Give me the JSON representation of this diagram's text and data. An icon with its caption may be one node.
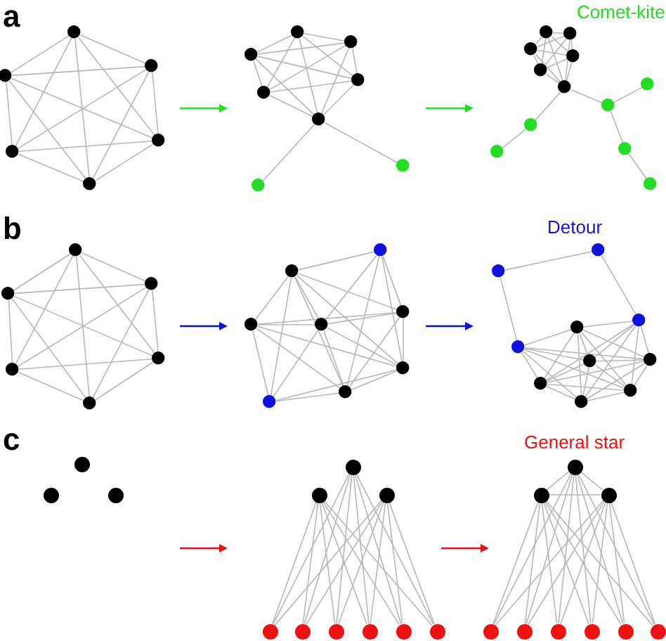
{
  "diagram": {
    "nodes": [
      {
        "text": [],
        "shape": "circle"
      },
      {
        "text": [],
        "shape": "circle"
      },
      {
        "text": [],
        "shape": "circle"
      },
      {
        "text": [],
        "shape": "circle"
      },
      {
        "text": [],
        "shape": "circle"
      },
      {
        "text": [],
        "shape": "circle"
      },
      {
        "text": [],
        "shape": "circle"
      },
      {
        "text": [],
        "shape": "circle"
      },
      {
        "text": [],
        "shape": "circle"
      },
      {
        "text": [],
        "shape": "circle"
      },
      {
        "text": [],
        "shape": "circle"
      },
      {
        "text": [],
        "shape": "circle"
      },
      {
        "text": [],
        "shape": "circle"
      },
      {
        "text": [],
        "shape": "circle"
      },
      {
        "text": [],
        "shape": "circle"
      },
      {
        "text": [],
        "shape": "circle"
      },
      {
        "text": [],
        "shape": "circle"
      },
      {
        "text": [],
        "shape": "circle"
      },
      {
        "text": [],
        "shape": "circle"
      },
      {
        "text": [],
        "shape": "circle"
      },
      {
        "text": [],
        "shape": "circle"
      },
      {
        "text": [],
        "shape": "circle"
      },
      {
        "text": [],
        "shape": "circle"
      },
      {
        "text": [],
        "shape": "circle"
      },
      {
        "text": [],
        "shape": "circle"
      },
      {
        "text": [],
        "shape": "circle"
      },
      {
        "text": [],
        "shape": "circle"
      },
      {
        "text": [],
        "shape": "circle"
      },
      {
        "text": [],
        "shape": "circle"
      },
      {
        "text": [],
        "shape": "circle"
      },
      {
        "text": [],
        "shape": "circle"
      },
      {
        "text": [],
        "shape": "circle"
      },
      {
        "text": [],
        "shape": "circle"
      },
      {
        "text": [],
        "shape": "circle"
      },
      {
        "text": [],
        "shape": "circle"
      },
      {
        "text": [],
        "shape": "circle"
      },
      {
        "text": [],
        "shape": "circle"
      },
      {
        "text": [],
        "shape": "circle"
      },
      {
        "text": [],
        "shape": "circle"
      },
      {
        "text": [],
        "shape": "circle"
      },
      {
        "text": [],
        "shape": "circle"
      },
      {
        "text": [],
        "shape": "circle"
      },
      {
        "text": [],
        "shape": "circle"
      },
      {
        "text": [],
        "shape": "circle"
      },
      {
        "text": [],
        "shape": "circle"
      },
      {
        "text": [],
        "shape": "circle"
      },
      {
        "text": [],
        "shape": "circle"
      },
      {
        "text": [],
        "shape": "circle"
      },
      {
        "text": [],
        "shape": "circle"
      },
      {
        "text": [],
        "shape": "circle"
      },
      {
        "text": [],
        "shape": "circle"
      },
      {
        "text": [],
        "shape": "circle"
      },
      {
        "text": [],
        "shape": "circle"
      },
      {
        "text": [],
        "shape": "circle"
      },
      {
        "text": [],
        "shape": "circle"
      },
      {
        "text": [],
        "shape": "circle"
      },
      {
        "text": [],
        "shape": "circle"
      },
      {
        "text": [],
        "shape": "circle"
      },
      {
        "text": [],
        "shape": "circle"
      },
      {
        "text": [],
        "shape": "circle"
      },
      {
        "text": [],
        "shape": "circle"
      },
      {
        "text": [],
        "shape": "circle"
      },
      {
        "text": [],
        "shape": "circle"
      },
      {
        "text": [],
        "shape": "circle"
      },
      {
        "text": [],
        "shape": "circle"
      },
      {
        "text": [],
        "shape": "circle"
      },
      {
        "text": [],
        "shape": "circle"
      },
      {
        "text": [],
        "shape": "circle"
      },
      {
        "text": [],
        "shape": "circle"
      },
      {
        "text": [],
        "shape": "circle"
      },
      {
        "text": [],
        "shape": "circle"
      }
    ],
    "edges": [
      {
        "from": 0,
        "to": 1,
        "arrow": "none"
      },
      {
        "from": 0,
        "to": 2,
        "arrow": "none"
      },
      {
        "from": 0,
        "to": 3,
        "arrow": "none"
      },
      {
        "from": 0,
        "to": 4,
        "arrow": "none"
      },
      {
        "from": 0,
        "to": 5,
        "arrow": "none"
      },
      {
        "from": 1,
        "to": 2,
        "arrow": "none"
      },
      {
        "from": 1,
        "to": 3,
        "arrow": "none"
      },
      {
        "from": 1,
        "to": 4,
        "arrow": "none"
      },
      {
        "from": 1,
        "to": 5,
        "arrow": "none"
      },
      {
        "from": 2,
        "to": 3,
        "arrow": "none"
      },
      {
        "from": 2,
        "to": 4,
        "arrow": "none"
      },
      {
        "from": 2,
        "to": 5,
        "arrow": "none"
      },
      {
        "from": 3,
        "to": 4,
        "arrow": "none"
      },
      {
        "from": 3,
        "to": 5,
        "arrow": "none"
      },
      {
        "from": 4,
        "to": 5,
        "arrow": "none"
      },
      {
        "from": 6,
        "to": 7,
        "arrow": "none"
      },
      {
        "from": 6,
        "to": 8,
        "arrow": "none"
      },
      {
        "from": 6,
        "to": 9,
        "arrow": "none"
      },
      {
        "from": 6,
        "to": 10,
        "arrow": "none"
      },
      {
        "from": 6,
        "to": 11,
        "arrow": "none"
      },
      {
        "from": 7,
        "to": 8,
        "arrow": "none"
      },
      {
        "from": 7,
        "to": 9,
        "arrow": "none"
      },
      {
        "from": 7,
        "to": 10,
        "arrow": "none"
      },
      {
        "from": 7,
        "to": 11,
        "arrow": "none"
      },
      {
        "from": 8,
        "to": 9,
        "arrow": "none"
      },
      {
        "from": 8,
        "to": 10,
        "arrow": "none"
      },
      {
        "from": 8,
        "to": 11,
        "arrow": "none"
      },
      {
        "from": 9,
        "to": 10,
        "arrow": "none"
      },
      {
        "from": 9,
        "to": 11,
        "arrow": "none"
      },
      {
        "from": 10,
        "to": 11,
        "arrow": "none"
      },
      {
        "from": 11,
        "to": 12,
        "arrow": "none"
      },
      {
        "from": 11,
        "to": 13,
        "arrow": "none"
      },
      {
        "from": 14,
        "to": 15,
        "arrow": "none"
      },
      {
        "from": 14,
        "to": 16,
        "arrow": "none"
      },
      {
        "from": 14,
        "to": 17,
        "arrow": "none"
      },
      {
        "from": 14,
        "to": 18,
        "arrow": "none"
      },
      {
        "from": 14,
        "to": 19,
        "arrow": "none"
      },
      {
        "from": 15,
        "to": 16,
        "arrow": "none"
      },
      {
        "from": 15,
        "to": 17,
        "arrow": "none"
      },
      {
        "from": 15,
        "to": 18,
        "arrow": "none"
      },
      {
        "from": 15,
        "to": 19,
        "arrow": "none"
      },
      {
        "from": 16,
        "to": 17,
        "arrow": "none"
      },
      {
        "from": 16,
        "to": 18,
        "arrow": "none"
      },
      {
        "from": 16,
        "to": 19,
        "arrow": "none"
      },
      {
        "from": 17,
        "to": 18,
        "arrow": "none"
      },
      {
        "from": 17,
        "to": 19,
        "arrow": "none"
      },
      {
        "from": 18,
        "to": 19,
        "arrow": "none"
      },
      {
        "from": 19,
        "to": 20,
        "arrow": "none"
      },
      {
        "from": 20,
        "to": 21,
        "arrow": "none"
      },
      {
        "from": 19,
        "to": 22,
        "arrow": "none"
      },
      {
        "from": 22,
        "to": 23,
        "arrow": "none"
      },
      {
        "from": 22,
        "to": 24,
        "arrow": "none"
      },
      {
        "from": 24,
        "to": 25,
        "arrow": "none"
      },
      {
        "from": 26,
        "to": 27,
        "arrow": "none"
      },
      {
        "from": 26,
        "to": 28,
        "arrow": "none"
      },
      {
        "from": 26,
        "to": 29,
        "arrow": "none"
      },
      {
        "from": 26,
        "to": 30,
        "arrow": "none"
      },
      {
        "from": 26,
        "to": 31,
        "arrow": "none"
      },
      {
        "from": 27,
        "to": 28,
        "arrow": "none"
      },
      {
        "from": 27,
        "to": 29,
        "arrow": "none"
      },
      {
        "from": 27,
        "to": 30,
        "arrow": "none"
      },
      {
        "from": 27,
        "to": 31,
        "arrow": "none"
      },
      {
        "from": 28,
        "to": 29,
        "arrow": "none"
      },
      {
        "from": 28,
        "to": 30,
        "arrow": "none"
      },
      {
        "from": 28,
        "to": 31,
        "arrow": "none"
      },
      {
        "from": 29,
        "to": 30,
        "arrow": "none"
      },
      {
        "from": 29,
        "to": 31,
        "arrow": "none"
      },
      {
        "from": 30,
        "to": 31,
        "arrow": "none"
      },
      {
        "from": 32,
        "to": 33,
        "arrow": "none"
      },
      {
        "from": 32,
        "to": 34,
        "arrow": "none"
      },
      {
        "from": 32,
        "to": 36,
        "arrow": "none"
      },
      {
        "from": 32,
        "to": 37,
        "arrow": "none"
      },
      {
        "from": 32,
        "to": 38,
        "arrow": "none"
      },
      {
        "from": 33,
        "to": 34,
        "arrow": "none"
      },
      {
        "from": 33,
        "to": 35,
        "arrow": "none"
      },
      {
        "from": 33,
        "to": 36,
        "arrow": "none"
      },
      {
        "from": 33,
        "to": 37,
        "arrow": "none"
      },
      {
        "from": 33,
        "to": 38,
        "arrow": "none"
      },
      {
        "from": 34,
        "to": 35,
        "arrow": "none"
      },
      {
        "from": 34,
        "to": 36,
        "arrow": "none"
      },
      {
        "from": 34,
        "to": 37,
        "arrow": "none"
      },
      {
        "from": 34,
        "to": 38,
        "arrow": "none"
      },
      {
        "from": 35,
        "to": 36,
        "arrow": "none"
      },
      {
        "from": 35,
        "to": 37,
        "arrow": "none"
      },
      {
        "from": 35,
        "to": 38,
        "arrow": "none"
      },
      {
        "from": 36,
        "to": 37,
        "arrow": "none"
      },
      {
        "from": 36,
        "to": 38,
        "arrow": "none"
      },
      {
        "from": 37,
        "to": 38,
        "arrow": "none"
      },
      {
        "from": 39,
        "to": 33,
        "arrow": "none"
      },
      {
        "from": 39,
        "to": 35,
        "arrow": "none"
      },
      {
        "from": 39,
        "to": 36,
        "arrow": "none"
      },
      {
        "from": 39,
        "to": 37,
        "arrow": "none"
      },
      {
        "from": 39,
        "to": 38,
        "arrow": "none"
      },
      {
        "from": 43,
        "to": 40,
        "arrow": "none"
      },
      {
        "from": 40,
        "to": 41,
        "arrow": "none"
      },
      {
        "from": 41,
        "to": 42,
        "arrow": "none"
      },
      {
        "from": 43,
        "to": 44,
        "arrow": "none"
      },
      {
        "from": 43,
        "to": 45,
        "arrow": "none"
      },
      {
        "from": 43,
        "to": 46,
        "arrow": "none"
      },
      {
        "from": 43,
        "to": 47,
        "arrow": "none"
      },
      {
        "from": 43,
        "to": 48,
        "arrow": "none"
      },
      {
        "from": 43,
        "to": 49,
        "arrow": "none"
      },
      {
        "from": 42,
        "to": 44,
        "arrow": "none"
      },
      {
        "from": 42,
        "to": 45,
        "arrow": "none"
      },
      {
        "from": 42,
        "to": 46,
        "arrow": "none"
      },
      {
        "from": 42,
        "to": 47,
        "arrow": "none"
      },
      {
        "from": 42,
        "to": 48,
        "arrow": "none"
      },
      {
        "from": 42,
        "to": 49,
        "arrow": "none"
      },
      {
        "from": 44,
        "to": 45,
        "arrow": "none"
      },
      {
        "from": 44,
        "to": 46,
        "arrow": "none"
      },
      {
        "from": 44,
        "to": 47,
        "arrow": "none"
      },
      {
        "from": 44,
        "to": 48,
        "arrow": "none"
      },
      {
        "from": 44,
        "to": 49,
        "arrow": "none"
      },
      {
        "from": 45,
        "to": 46,
        "arrow": "none"
      },
      {
        "from": 45,
        "to": 47,
        "arrow": "none"
      },
      {
        "from": 45,
        "to": 48,
        "arrow": "none"
      },
      {
        "from": 45,
        "to": 49,
        "arrow": "none"
      },
      {
        "from": 46,
        "to": 47,
        "arrow": "none"
      },
      {
        "from": 46,
        "to": 48,
        "arrow": "none"
      },
      {
        "from": 46,
        "to": 49,
        "arrow": "none"
      },
      {
        "from": 47,
        "to": 48,
        "arrow": "none"
      },
      {
        "from": 47,
        "to": 49,
        "arrow": "none"
      },
      {
        "from": 48,
        "to": 49,
        "arrow": "none"
      },
      {
        "from": 53,
        "to": 56,
        "arrow": "none"
      },
      {
        "from": 53,
        "to": 57,
        "arrow": "none"
      },
      {
        "from": 53,
        "to": 58,
        "arrow": "none"
      },
      {
        "from": 53,
        "to": 59,
        "arrow": "none"
      },
      {
        "from": 53,
        "to": 60,
        "arrow": "none"
      },
      {
        "from": 53,
        "to": 61,
        "arrow": "none"
      },
      {
        "from": 54,
        "to": 56,
        "arrow": "none"
      },
      {
        "from": 54,
        "to": 57,
        "arrow": "none"
      },
      {
        "from": 54,
        "to": 58,
        "arrow": "none"
      },
      {
        "from": 54,
        "to": 59,
        "arrow": "none"
      },
      {
        "from": 54,
        "to": 60,
        "arrow": "none"
      },
      {
        "from": 54,
        "to": 61,
        "arrow": "none"
      },
      {
        "from": 55,
        "to": 56,
        "arrow": "none"
      },
      {
        "from": 55,
        "to": 57,
        "arrow": "none"
      },
      {
        "from": 55,
        "to": 58,
        "arrow": "none"
      },
      {
        "from": 55,
        "to": 59,
        "arrow": "none"
      },
      {
        "from": 55,
        "to": 60,
        "arrow": "none"
      },
      {
        "from": 55,
        "to": 61,
        "arrow": "none"
      },
      {
        "from": 62,
        "to": 63,
        "arrow": "none"
      },
      {
        "from": 62,
        "to": 64,
        "arrow": "none"
      },
      {
        "from": 63,
        "to": 64,
        "arrow": "none"
      },
      {
        "from": 62,
        "to": 65,
        "arrow": "none"
      },
      {
        "from": 62,
        "to": 66,
        "arrow": "none"
      },
      {
        "from": 62,
        "to": 67,
        "arrow": "none"
      },
      {
        "from": 62,
        "to": 68,
        "arrow": "none"
      },
      {
        "from": 62,
        "to": 69,
        "arrow": "none"
      },
      {
        "from": 62,
        "to": 70,
        "arrow": "none"
      },
      {
        "from": 63,
        "to": 65,
        "arrow": "none"
      },
      {
        "from": 63,
        "to": 66,
        "arrow": "none"
      },
      {
        "from": 63,
        "to": 67,
        "arrow": "none"
      },
      {
        "from": 63,
        "to": 68,
        "arrow": "none"
      },
      {
        "from": 63,
        "to": 69,
        "arrow": "none"
      },
      {
        "from": 63,
        "to": 70,
        "arrow": "none"
      },
      {
        "from": 64,
        "to": 65,
        "arrow": "none"
      },
      {
        "from": 64,
        "to": 66,
        "arrow": "none"
      },
      {
        "from": 64,
        "to": 67,
        "arrow": "none"
      },
      {
        "from": 64,
        "to": 68,
        "arrow": "none"
      },
      {
        "from": 64,
        "to": 69,
        "arrow": "none"
      },
      {
        "from": 64,
        "to": 70,
        "arrow": "none"
      }
    ],
    "labels": [
      "a",
      "Comet-kite",
      "b",
      "Detour",
      "c",
      "General star"
    ]
  }
}
